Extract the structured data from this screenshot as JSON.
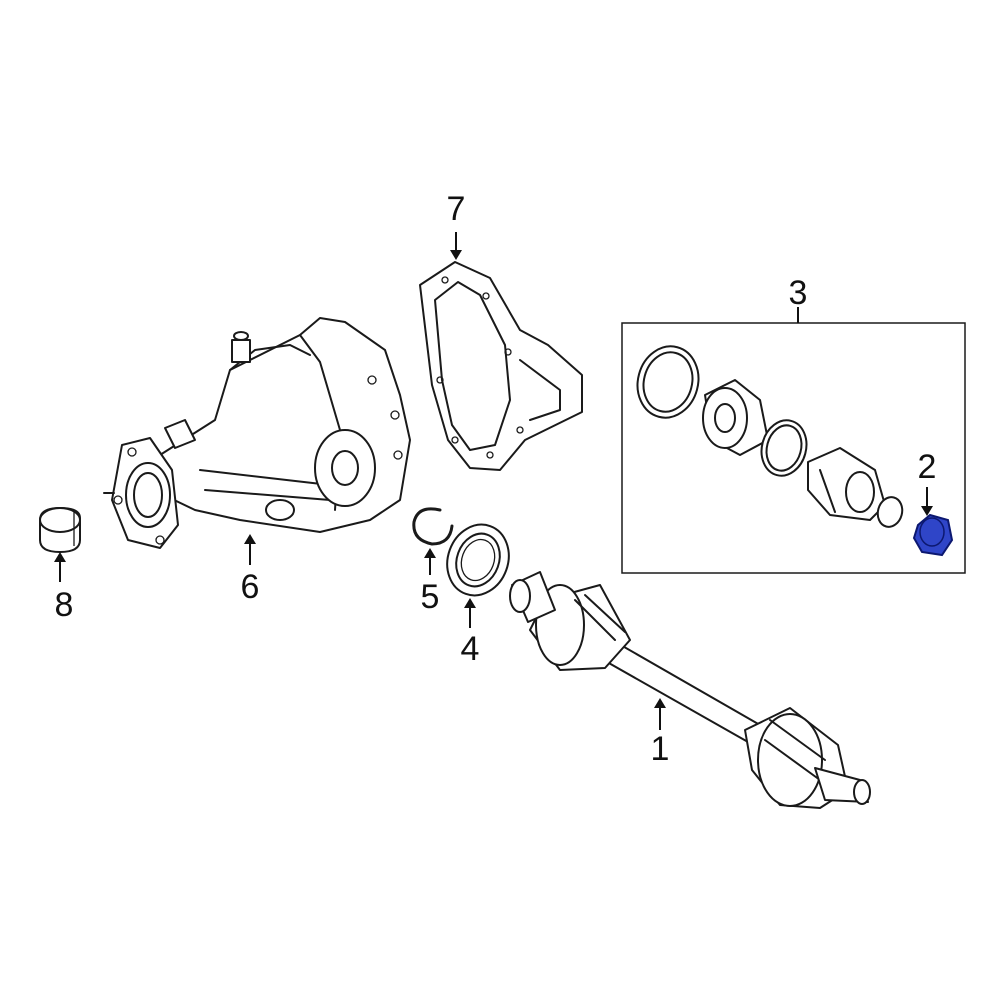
{
  "callouts": {
    "c1": "1",
    "c2": "2",
    "c3": "3",
    "c4": "4",
    "c5": "5",
    "c6": "6",
    "c7": "7",
    "c8": "8"
  },
  "colors": {
    "line": "#1a1a1a",
    "highlight_fill": "#2f45c8",
    "highlight_stroke": "#0c1870",
    "background": "#ffffff"
  }
}
